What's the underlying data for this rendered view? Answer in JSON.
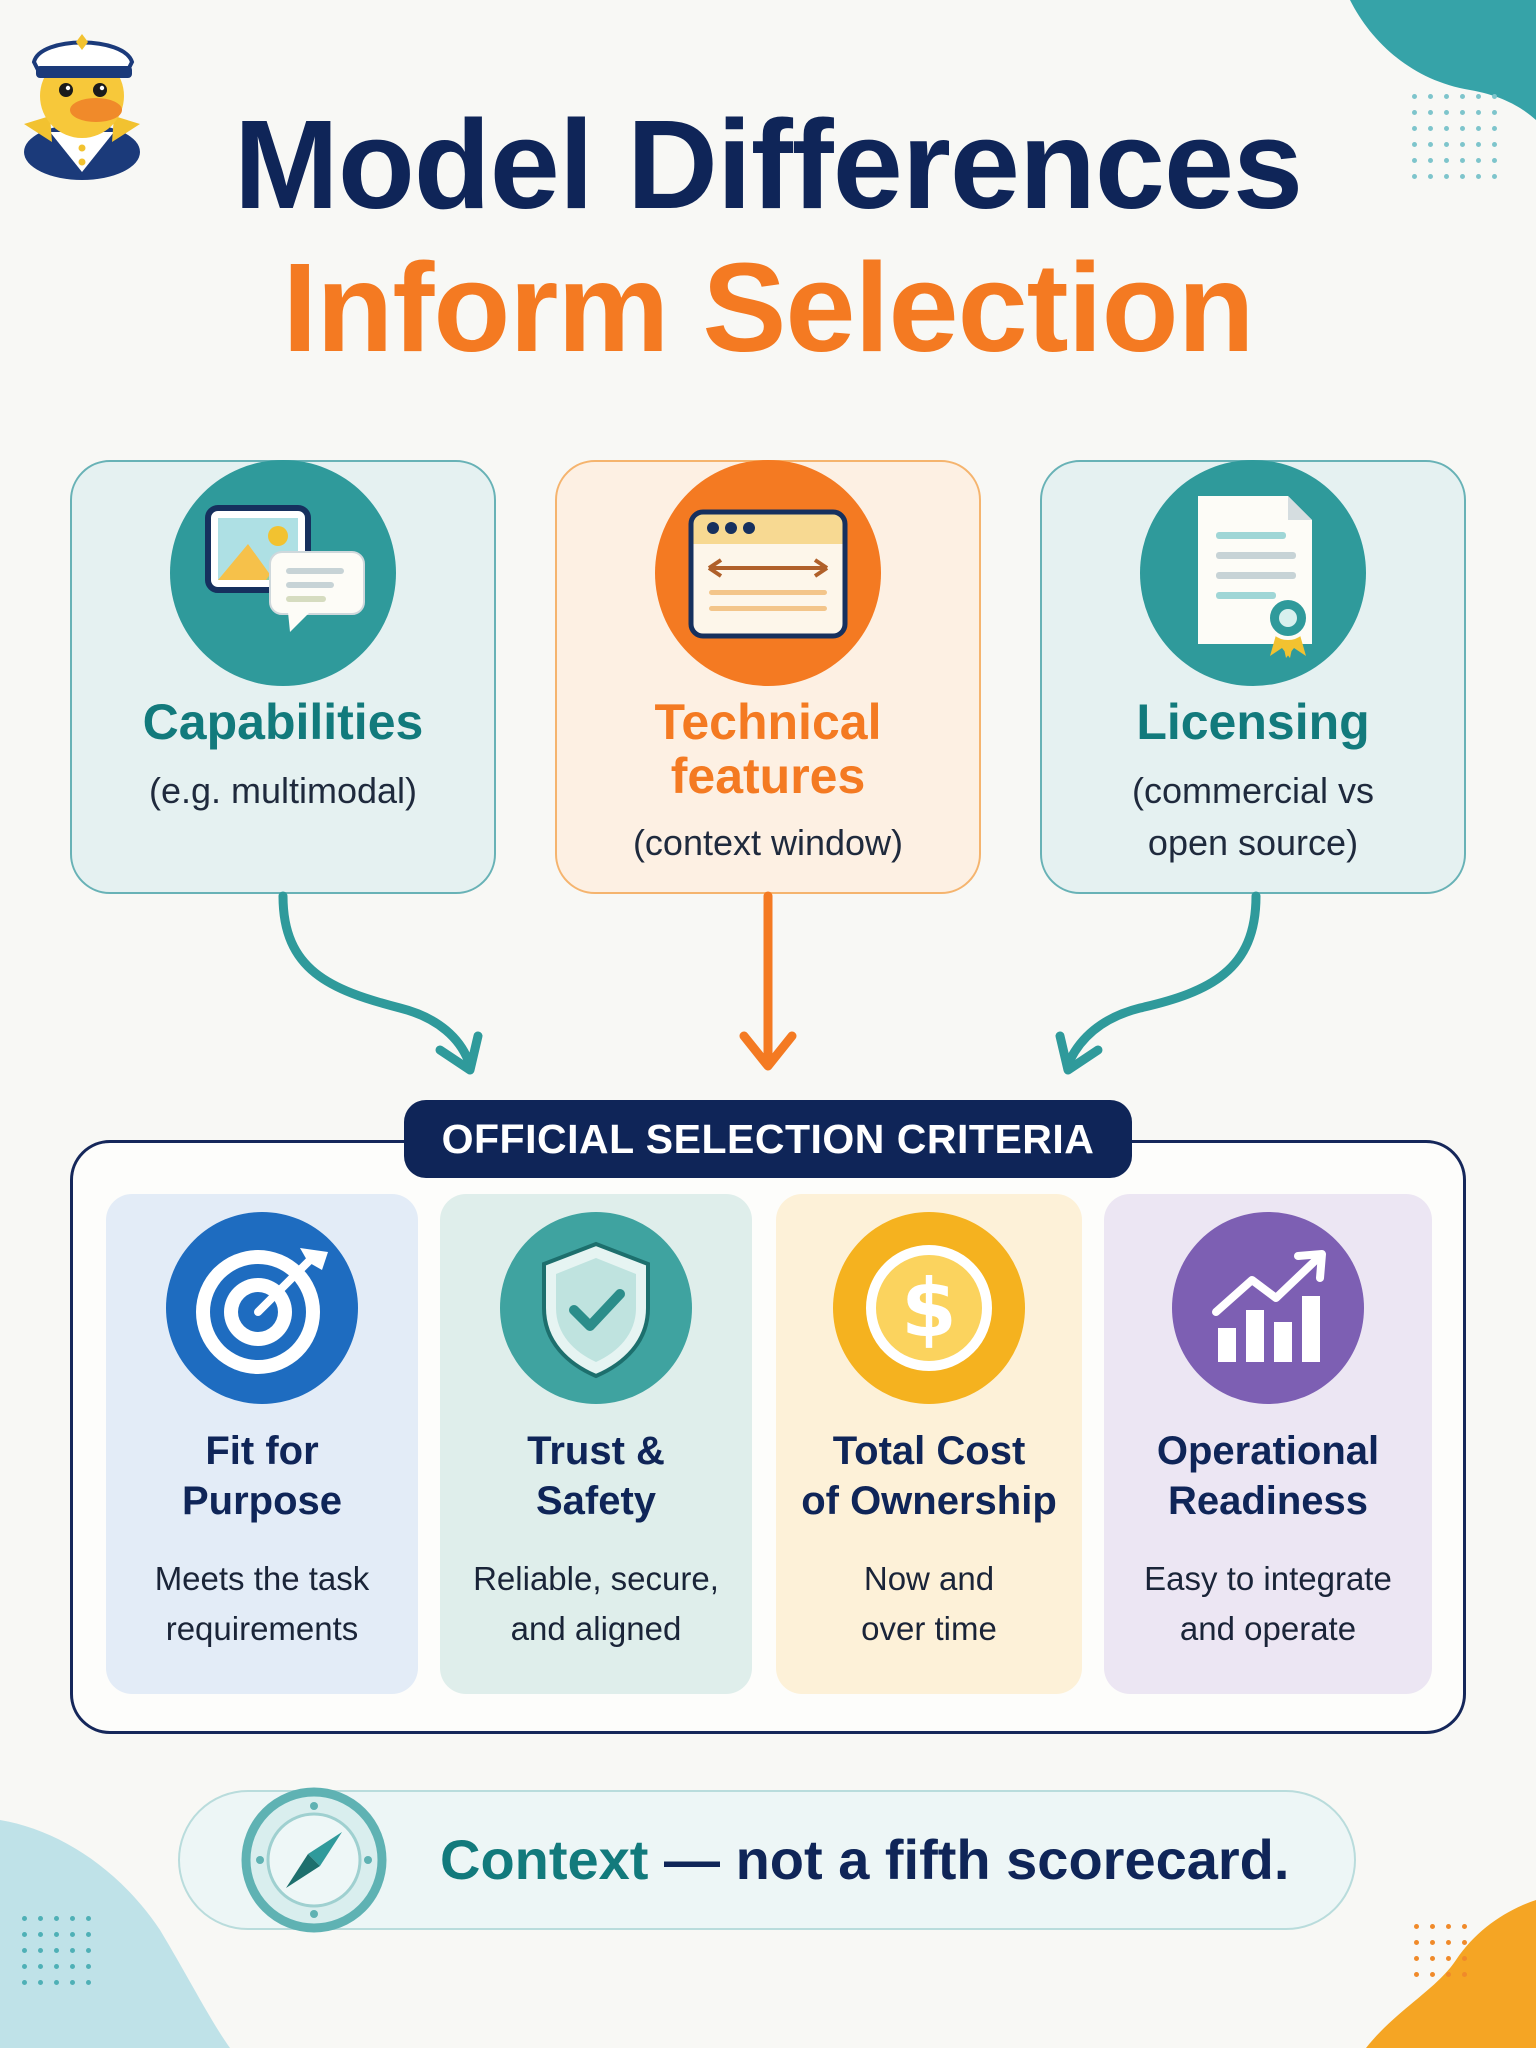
{
  "title": {
    "line1": "Model Differences",
    "line2": "Inform Selection"
  },
  "differences": [
    {
      "title": "Capabilities",
      "subtitle_lines": [
        "(e.g. multimodal)"
      ],
      "icon": "image-chat-icon",
      "color": "#127a7c"
    },
    {
      "title_lines": [
        "Technical",
        "features"
      ],
      "subtitle_lines": [
        "(context window)"
      ],
      "icon": "browser-window-icon",
      "color": "#f47a22"
    },
    {
      "title": "Licensing",
      "subtitle_lines": [
        "(commercial vs",
        "open source)"
      ],
      "icon": "certificate-document-icon",
      "color": "#127a7c"
    }
  ],
  "criteria_section": {
    "label": "OFFICIAL SELECTION CRITERIA",
    "items": [
      {
        "title_lines": [
          "Fit for",
          "Purpose"
        ],
        "desc_lines": [
          "Meets the task",
          "requirements"
        ],
        "icon": "target-icon",
        "color": "#1e6cc0"
      },
      {
        "title_lines": [
          "Trust &",
          "Safety"
        ],
        "desc_lines": [
          "Reliable, secure,",
          "and aligned"
        ],
        "icon": "shield-check-icon",
        "color": "#3fa3a0"
      },
      {
        "title_lines": [
          "Total Cost",
          "of Ownership"
        ],
        "desc_lines": [
          "Now and",
          "over time"
        ],
        "icon": "dollar-coin-icon",
        "color": "#f5b21f"
      },
      {
        "title_lines": [
          "Operational",
          "Readiness"
        ],
        "desc_lines": [
          "Easy to integrate",
          "and operate"
        ],
        "icon": "bar-chart-growth-icon",
        "color": "#7d5fb3"
      }
    ]
  },
  "footer": {
    "highlight": "Context",
    "rest": " — not a fifth scorecard.",
    "icon": "compass-icon"
  }
}
